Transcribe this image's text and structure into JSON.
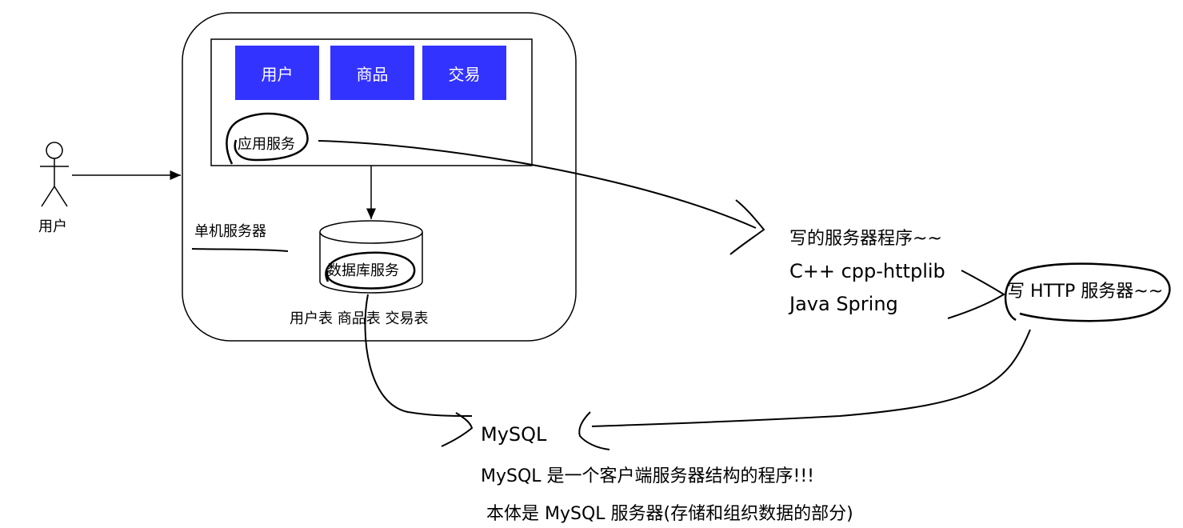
{
  "user": {
    "label": "用户"
  },
  "server": {
    "label": "单机服务器",
    "app_modules": [
      "用户",
      "商品",
      "交易"
    ],
    "app_service_label": "应用服务",
    "db_label": "数据库服务",
    "tables_label": "用户表 商品表 交易表"
  },
  "notes": {
    "server_program": "写的服务器程序~~",
    "cpp_lib": "C++ cpp-httplib",
    "java_fw": "Java  Spring",
    "http_server": "写 HTTP 服务器~~",
    "mysql": "MySQL",
    "mysql_desc": "MySQL 是一个客户端服务器结构的程序!!!",
    "mysql_body": "本体是 MySQL 服务器(存储和组织数据的部分)"
  },
  "colors": {
    "module_fill": "#3333ff",
    "module_text": "#ffffff",
    "ink": "#000000"
  }
}
